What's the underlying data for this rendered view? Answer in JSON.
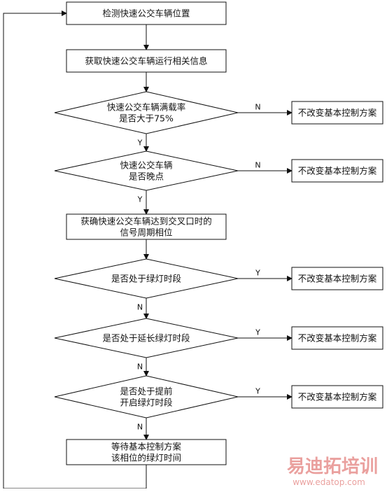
{
  "nodes": {
    "detect": {
      "type": "process",
      "lines": [
        "检测快速公交车辆位置"
      ]
    },
    "acquire": {
      "type": "process",
      "lines": [
        "获取快速公交车辆运行相关信息"
      ]
    },
    "load_check": {
      "type": "decision",
      "lines": [
        "快速公交车辆满载率",
        "是否大于75%"
      ]
    },
    "keep1": {
      "type": "process",
      "lines": [
        "不改变基本控制方案"
      ]
    },
    "late_check": {
      "type": "decision",
      "lines": [
        "快速公交车辆",
        "是否晚点"
      ]
    },
    "keep2": {
      "type": "process",
      "lines": [
        "不改变基本控制方案"
      ]
    },
    "phase": {
      "type": "process",
      "lines": [
        "获确快速公交车辆达到交叉口时的",
        "信号周期相位"
      ]
    },
    "green_check": {
      "type": "decision",
      "lines": [
        "是否处于绿灯时段"
      ]
    },
    "keep3": {
      "type": "process",
      "lines": [
        "不改变基本控制方案"
      ]
    },
    "ext_check": {
      "type": "decision",
      "lines": [
        "是否处于延长绿灯时段"
      ]
    },
    "keep4": {
      "type": "process",
      "lines": [
        "不改变基本控制方案"
      ]
    },
    "early_check": {
      "type": "decision",
      "lines": [
        "是否处于提前",
        "开启绿灯时段"
      ]
    },
    "keep5": {
      "type": "process",
      "lines": [
        "不改变基本控制方案"
      ]
    },
    "wait": {
      "type": "process",
      "lines": [
        "等待基本控制方案",
        "该相位的绿灯时间"
      ]
    }
  },
  "edges": [
    {
      "from": "detect",
      "to": "acquire",
      "label": ""
    },
    {
      "from": "acquire",
      "to": "load_check",
      "label": ""
    },
    {
      "from": "load_check",
      "to": "keep1",
      "label": "N"
    },
    {
      "from": "load_check",
      "to": "late_check",
      "label": "Y"
    },
    {
      "from": "late_check",
      "to": "keep2",
      "label": "N"
    },
    {
      "from": "late_check",
      "to": "phase",
      "label": "Y"
    },
    {
      "from": "phase",
      "to": "green_check",
      "label": ""
    },
    {
      "from": "green_check",
      "to": "keep3",
      "label": "Y"
    },
    {
      "from": "green_check",
      "to": "ext_check",
      "label": "N"
    },
    {
      "from": "ext_check",
      "to": "keep4",
      "label": "Y"
    },
    {
      "from": "ext_check",
      "to": "early_check",
      "label": "N"
    },
    {
      "from": "early_check",
      "to": "keep5",
      "label": "Y"
    },
    {
      "from": "early_check",
      "to": "wait",
      "label": "N"
    },
    {
      "from": "wait",
      "to": "detect",
      "label": ""
    }
  ],
  "watermark": {
    "brand": "易迪拓培训",
    "url": "www.edatop.com",
    "color": "#d9534f"
  }
}
